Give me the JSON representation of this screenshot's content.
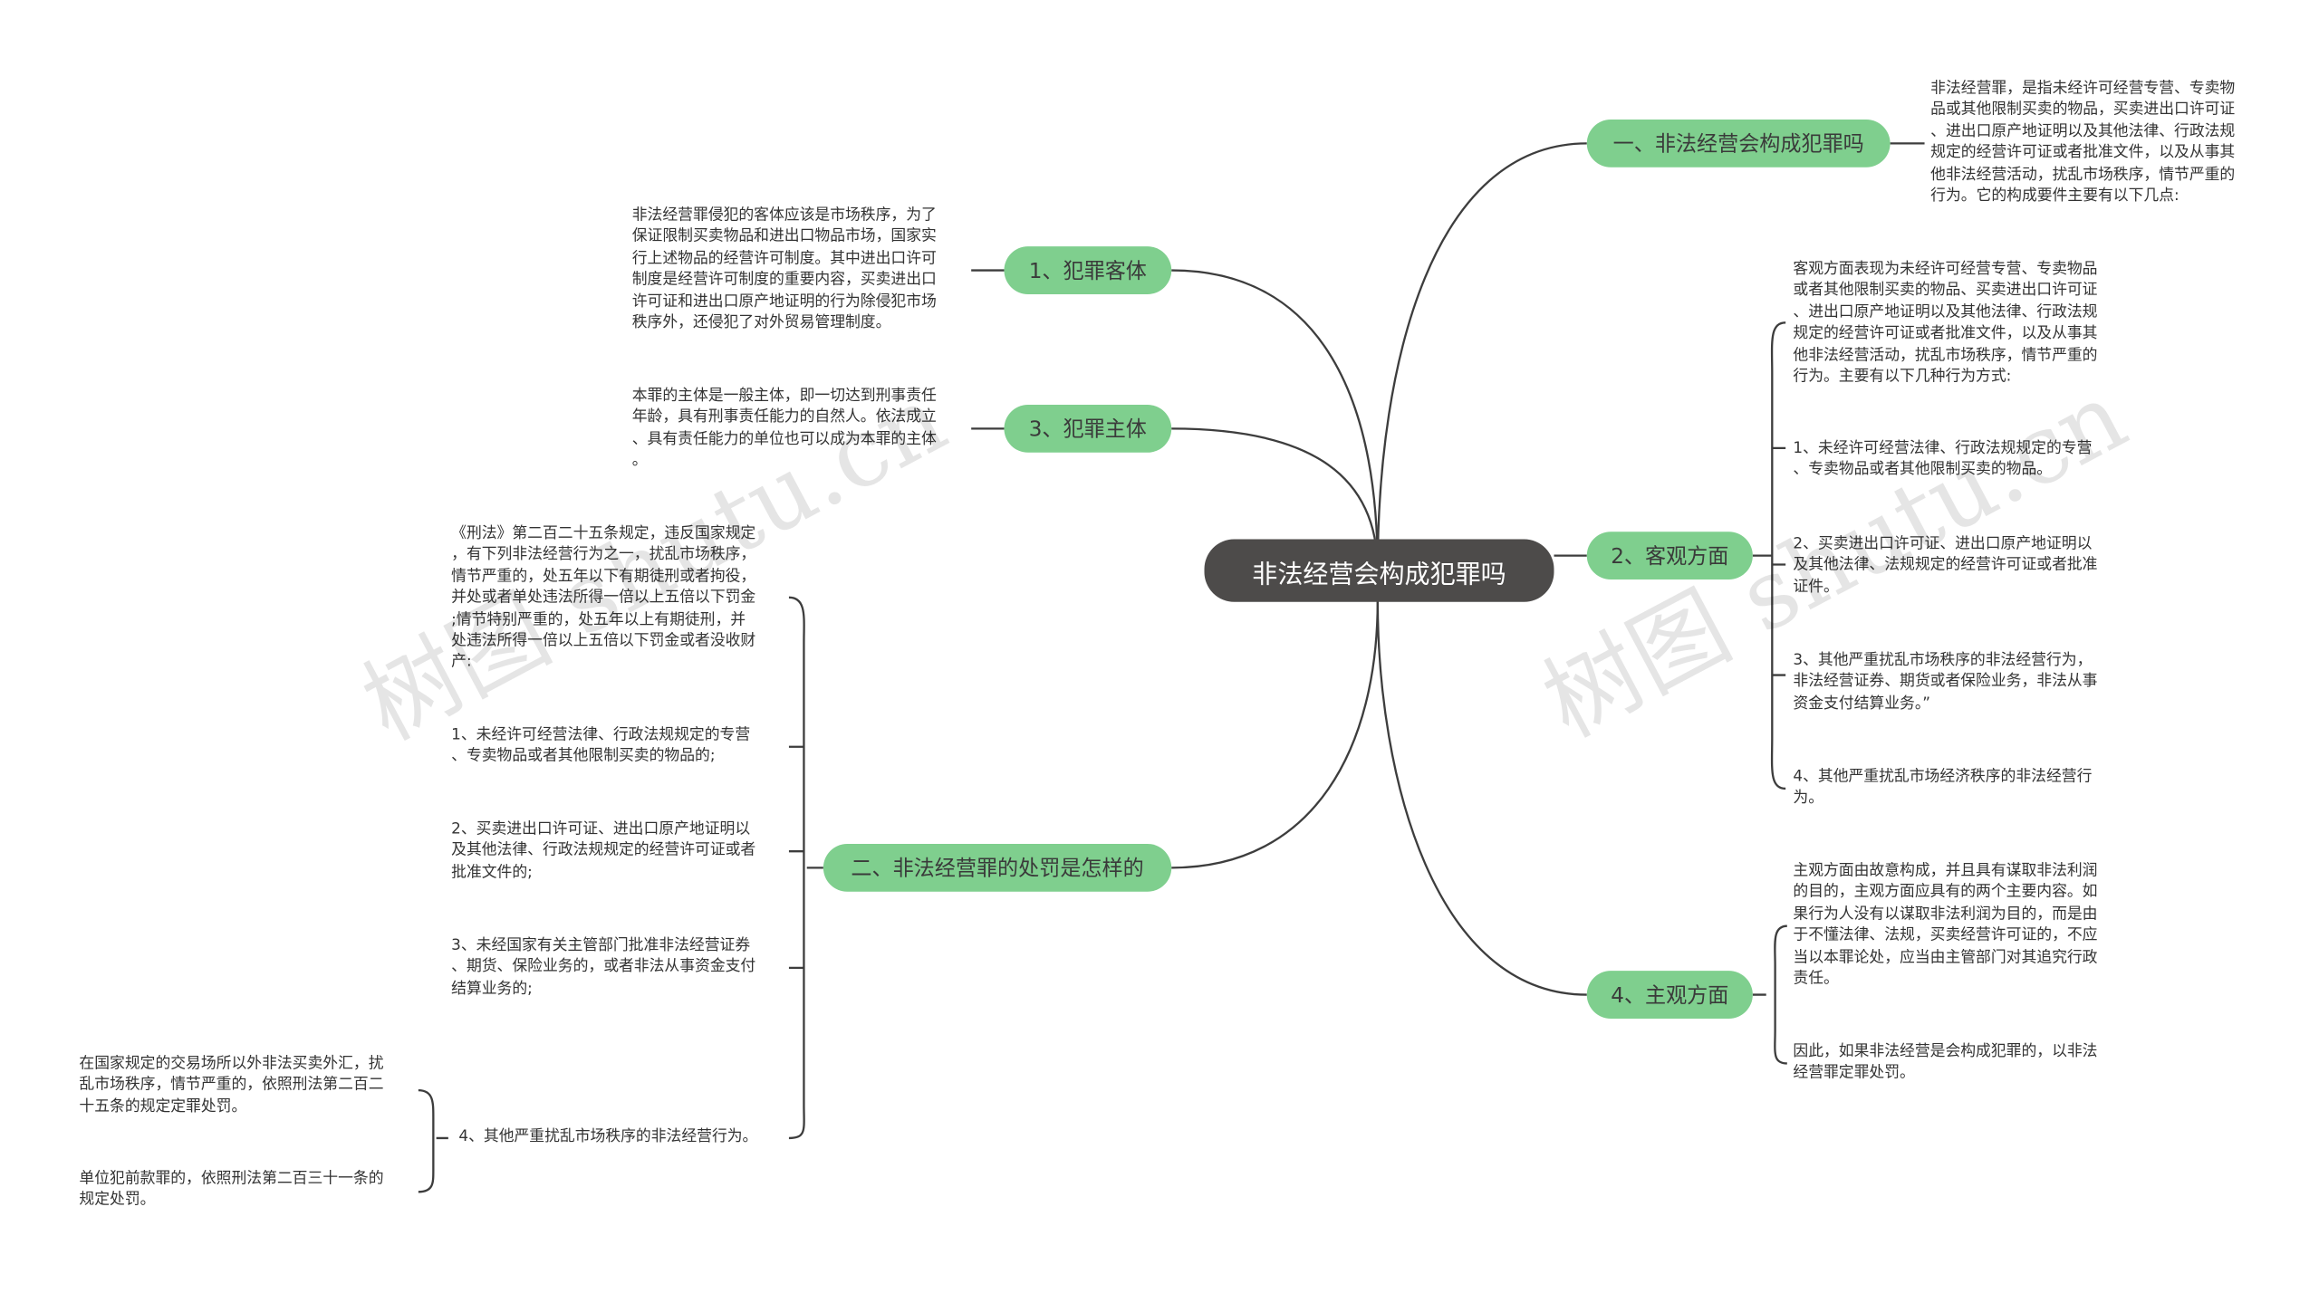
{
  "root": "非法经营会构成犯罪吗",
  "branches": {
    "b1": "一、非法经营会构成犯罪吗",
    "b2": "1、犯罪客体",
    "b3": "3、犯罪主体",
    "b4": "2、客观方面",
    "b5": "二、非法经营罪的处罚是怎样的",
    "b6": "4、主观方面"
  },
  "texts": {
    "t1": "非法经营罪，是指未经许可经营专营、专卖物\n品或其他限制买卖的物品，买卖进出口许可证\n、进出口原产地证明以及其他法律、行政法规\n规定的经营许可证或者批准文件，以及从事其\n他非法经营活动，扰乱市场秩序，情节严重的\n行为。它的构成要件主要有以下几点:",
    "t2": "非法经营罪侵犯的客体应该是市场秩序，为了\n保证限制买卖物品和进出口物品市场，国家实\n行上述物品的经营许可制度。其中进出口许可\n制度是经营许可制度的重要内容，买卖进出口\n许可证和进出口原产地证明的行为除侵犯市场\n秩序外，还侵犯了对外贸易管理制度。",
    "t3": "本罪的主体是一般主体，即一切达到刑事责任\n年龄，具有刑事责任能力的自然人。依法成立\n、具有责任能力的单位也可以成为本罪的主体\n。",
    "t4a": "客观方面表现为未经许可经营专营、专卖物品\n或者其他限制买卖的物品、买卖进出口许可证\n、进出口原产地证明以及其他法律、行政法规\n规定的经营许可证或者批准文件，以及从事其\n他非法经营活动，扰乱市场秩序，情节严重的\n行为。主要有以下几种行为方式:",
    "t4b": "1、未经许可经营法律、行政法规规定的专营\n、专卖物品或者其他限制买卖的物品。",
    "t4c": "2、买卖进出口许可证、进出口原产地证明以\n及其他法律、法规规定的经营许可证或者批准\n证件。",
    "t4d": "3、其他严重扰乱市场秩序的非法经营行为，\n非法经营证券、期货或者保险业务，非法从事\n资金支付结算业务。”",
    "t4e": "4、其他严重扰乱市场经济秩序的非法经营行\n为。",
    "t5a": "《刑法》第二百二十五条规定，违反国家规定\n，有下列非法经营行为之一，扰乱市场秩序，\n情节严重的，处五年以下有期徒刑或者拘役，\n并处或者单处违法所得一倍以上五倍以下罚金\n;情节特别严重的，处五年以上有期徒刑，并\n处违法所得一倍以上五倍以下罚金或者没收财\n产:",
    "t5b": "1、未经许可经营法律、行政法规规定的专营\n、专卖物品或者其他限制买卖的物品的;",
    "t5c": "2、买卖进出口许可证、进出口原产地证明以\n及其他法律、行政法规规定的经营许可证或者\n批准文件的;",
    "t5d": "3、未经国家有关主管部门批准非法经营证券\n、期货、保险业务的，或者非法从事资金支付\n结算业务的;",
    "t5e": "4、其他严重扰乱市场秩序的非法经营行为。",
    "t5e1": "在国家规定的交易场所以外非法买卖外汇，扰\n乱市场秩序，情节严重的，依照刑法第二百二\n十五条的规定定罪处罚。",
    "t5e2": "单位犯前款罪的，依照刑法第二百三十一条的\n规定处罚。",
    "t6a": "主观方面由故意构成，并且具有谋取非法利润\n的目的，主观方面应具有的两个主要内容。如\n果行为人没有以谋取非法利润为目的，而是由\n于不懂法律、法规，买卖经营许可证的，不应\n当以本罪论处，应当由主管部门对其追究行政\n责任。",
    "t6b": "因此，如果非法经营是会构成犯罪的，以非法\n经营罪定罪处罚。"
  },
  "watermark": "树图 shutu.cn",
  "colors": {
    "root_bg": "#4d4b4a",
    "branch_bg": "#7fcf8e",
    "line": "#3d3d3d",
    "text": "#333333"
  }
}
